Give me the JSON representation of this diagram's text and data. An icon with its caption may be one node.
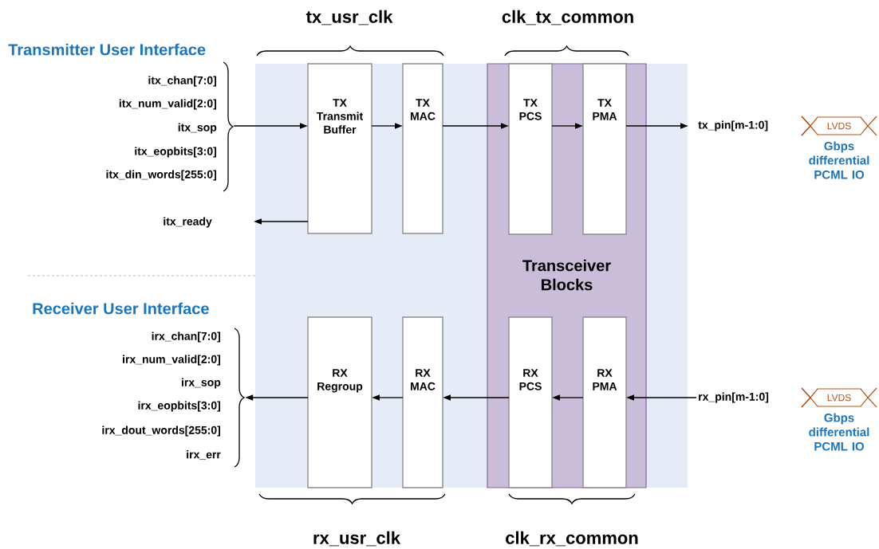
{
  "diagram": {
    "nodes": [
      {
        "text": [],
        "shape": "box"
      },
      {
        "text": [
          "Transceiver Blocks"
        ],
        "in": 0
      },
      {
        "text": [
          "TX Transmit Buffer"
        ],
        "in": 0
      },
      {
        "text": [
          "TX MAC"
        ],
        "in": 0
      },
      {
        "text": [
          "TX PCS"
        ],
        "in": 1
      },
      {
        "text": [
          "TX PMA"
        ],
        "in": 1
      },
      {
        "text": [
          "RX Regroup"
        ],
        "in": 0
      },
      {
        "text": [
          "RX MAC"
        ],
        "in": 0
      },
      {
        "text": [
          "RX PCS"
        ],
        "in": 1
      },
      {
        "text": [
          "RX PMA"
        ],
        "in": 1
      },
      {
        "text": [
          "itx_ready"
        ]
      },
      {
        "text": [
          "tx_pin[m-1:0]"
        ]
      },
      {
        "text": [
          "rx_pin[m-1:0]"
        ]
      },
      {
        "text": [
          "LVDS"
        ],
        "beside": [
          "Gbps differential PCML IO"
        ]
      },
      {
        "text": [
          "LVDS"
        ],
        "beside": [
          "Gbps differential PCML IO"
        ]
      },
      {
        "text": [],
        "shape": "brace"
      },
      {
        "text": [],
        "shape": "brace"
      }
    ],
    "edges": [
      {
        "from": 15,
        "to": 2,
        "arrow": "to"
      },
      {
        "from": 2,
        "to": 3,
        "arrow": "to"
      },
      {
        "from": 3,
        "to": 4,
        "arrow": "to"
      },
      {
        "from": 4,
        "to": 5,
        "arrow": "to"
      },
      {
        "from": 5,
        "to": 11,
        "arrow": "to"
      },
      {
        "from": 2,
        "to": 10,
        "arrow": "to"
      },
      {
        "from": 12,
        "to": 9,
        "arrow": "to"
      },
      {
        "from": 9,
        "to": 8,
        "arrow": "to"
      },
      {
        "from": 8,
        "to": 7,
        "arrow": "to"
      },
      {
        "from": 7,
        "to": 6,
        "arrow": "to"
      },
      {
        "from": 6,
        "to": 16,
        "arrow": "to"
      }
    ],
    "labels": [
      "tx_usr_clk",
      "clk_tx_common",
      "Transmitter User Interface",
      "itx_chan[7:0]",
      "itx_num_valid[2:0]",
      "itx_sop",
      "itx_eopbits[3:0]",
      "itx_din_words[255:0]",
      "Receiver User Interface",
      "irx_chan[7:0]",
      "irx_num_valid[2:0]",
      "irx_sop",
      "irx_eopbits[3:0]",
      "irx_dout_words[255:0]",
      "irx_err",
      "rx_usr_clk",
      "clk_rx_common"
    ]
  }
}
